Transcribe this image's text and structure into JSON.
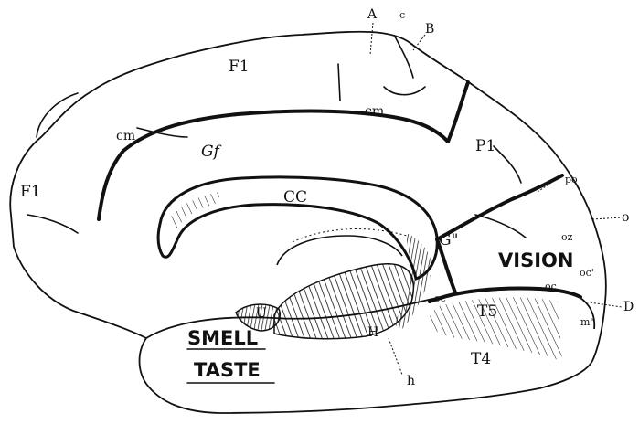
{
  "diagram": {
    "labels": {
      "A": "A",
      "c": "c",
      "B": "B",
      "F1_top": "F1",
      "F1_left": "F1",
      "cm_top": "cm",
      "cm_left": "cm",
      "Gf": "Gf",
      "CC": "CC",
      "P1": "P1",
      "po": "po",
      "o": "o",
      "oz": "oz",
      "oc_prime": "oc'",
      "oc_right": "oc",
      "D": "D",
      "m_dbl": "m\"",
      "Gn": "G\"",
      "oc_left": "oc",
      "T5": "T5",
      "U": "U",
      "H": "H",
      "h": "h",
      "T4": "T4"
    },
    "regions": {
      "vision": "VISION",
      "smell": "SMELL",
      "taste": "TASTE"
    }
  }
}
